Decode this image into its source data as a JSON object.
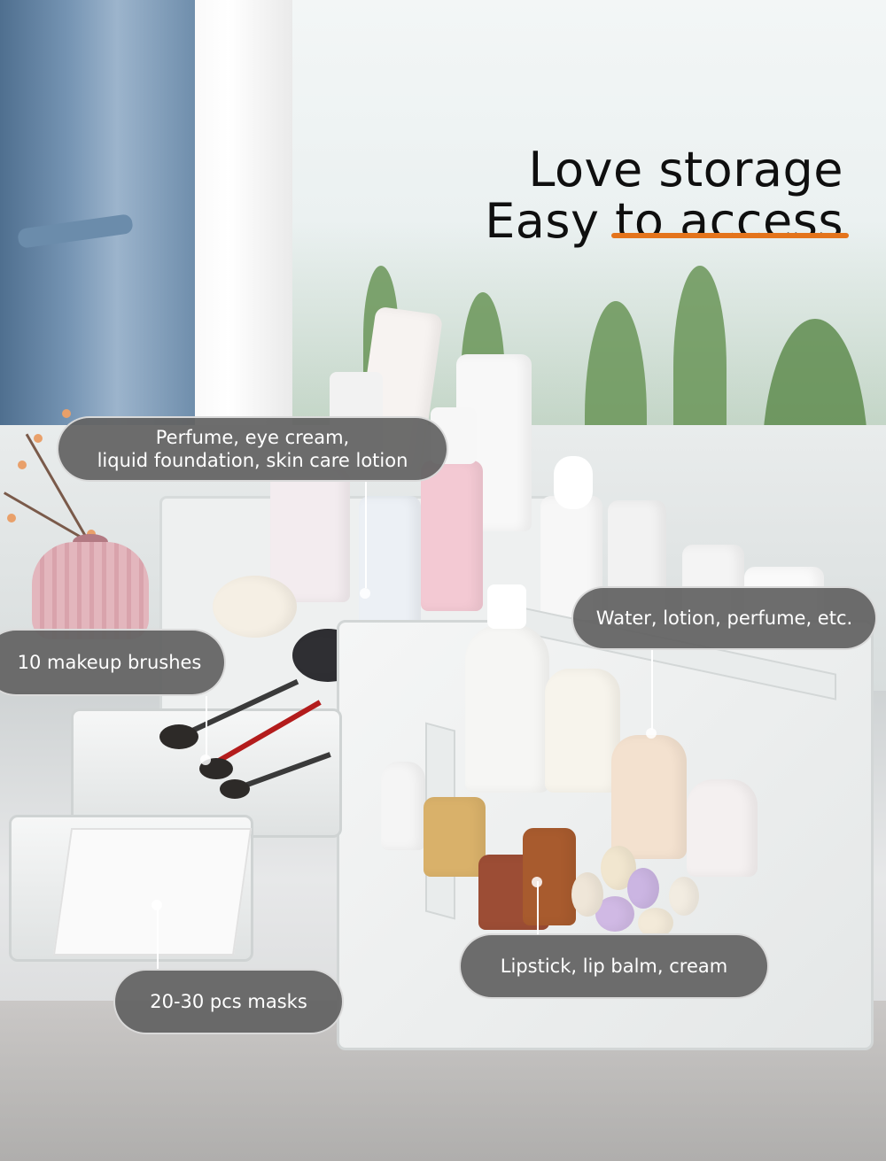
{
  "headline": {
    "line1": "Love storage",
    "line2": "Easy to access",
    "accent_color": "#e4741c"
  },
  "callouts": {
    "perfume": {
      "line1": "Perfume, eye cream,",
      "line2": "liquid foundation, skin care lotion"
    },
    "brushes": "10 makeup brushes",
    "water": "Water, lotion, perfume, etc.",
    "lipstick": "Lipstick, lip balm, cream",
    "masks": "20-30  pcs masks"
  },
  "colors": {
    "callout_bg": "#626262",
    "callout_text": "#ffffff",
    "headline_text": "#0f0f0f"
  }
}
